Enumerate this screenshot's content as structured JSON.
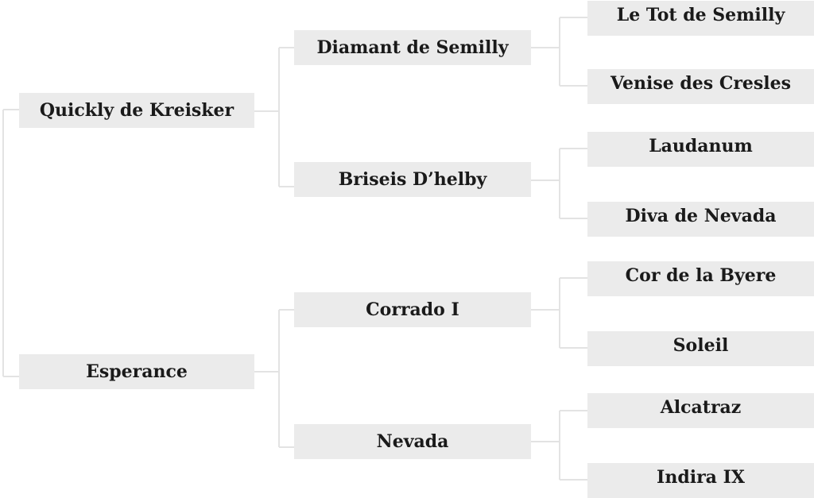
{
  "pedigree": {
    "parents": {
      "sire": "Quickly de Kreisker",
      "dam": "Esperance"
    },
    "grandparents": {
      "sire_sire": "Diamant de Semilly",
      "sire_dam": "Briseis D’helby",
      "dam_sire": "Corrado I",
      "dam_dam": "Nevada"
    },
    "great_grandparents": {
      "sss": "Le Tot de Semilly",
      "ssd": "Venise des Cresles",
      "sds": "Laudanum",
      "sdd": "Diva de Nevada",
      "dss": "Cor de la Byere",
      "dsd": "Soleil",
      "dds": "Alcatraz",
      "ddd": "Indira IX"
    }
  }
}
